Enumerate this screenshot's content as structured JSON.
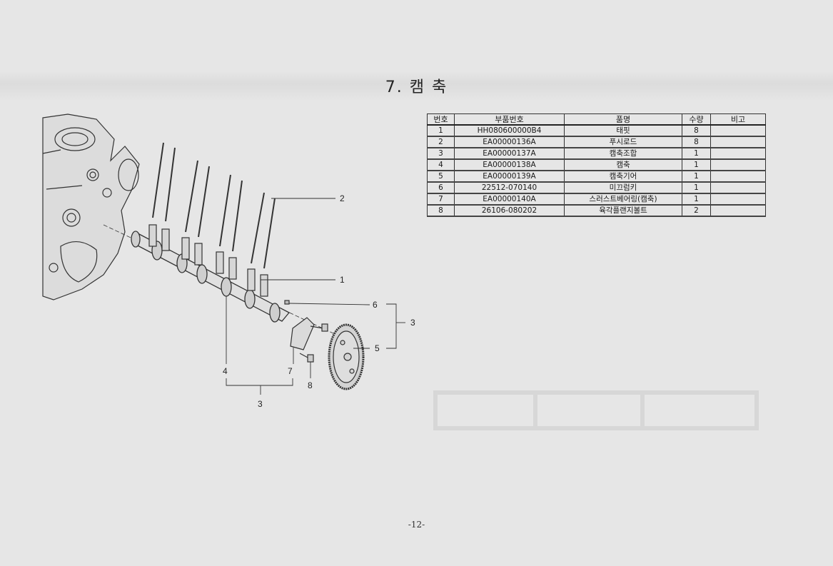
{
  "page": {
    "title": "7. 캠  축",
    "page_number": "-12-"
  },
  "parts_table": {
    "headers": [
      "번호",
      "부품번호",
      "품명",
      "수량",
      "비고"
    ],
    "rows": [
      {
        "no": "1",
        "part_no": "HH080600000B4",
        "name": "태핏",
        "qty": "8",
        "note": ""
      },
      {
        "no": "2",
        "part_no": "EA00000136A",
        "name": "푸시로드",
        "qty": "8",
        "note": ""
      },
      {
        "no": "3",
        "part_no": "EA00000137A",
        "name": "캠축조합",
        "qty": "1",
        "note": ""
      },
      {
        "no": "4",
        "part_no": "EA00000138A",
        "name": "캠축",
        "qty": "1",
        "note": ""
      },
      {
        "no": "5",
        "part_no": "EA00000139A",
        "name": "캠축기어",
        "qty": "1",
        "note": ""
      },
      {
        "no": "6",
        "part_no": "22512-070140",
        "name": "미끄럼키",
        "qty": "1",
        "note": ""
      },
      {
        "no": "7",
        "part_no": "EA00000140A",
        "name": "스러스트베어링(캠축)",
        "qty": "1",
        "note": ""
      },
      {
        "no": "8",
        "part_no": "26106-080202",
        "name": "육각플랜지볼트",
        "qty": "2",
        "note": ""
      }
    ]
  },
  "diagram": {
    "callouts": {
      "c1": "1",
      "c2": "2",
      "c3a": "3",
      "c3b": "3",
      "c4": "4",
      "c5": "5",
      "c6": "6",
      "c7": "7",
      "c8": "8"
    }
  }
}
